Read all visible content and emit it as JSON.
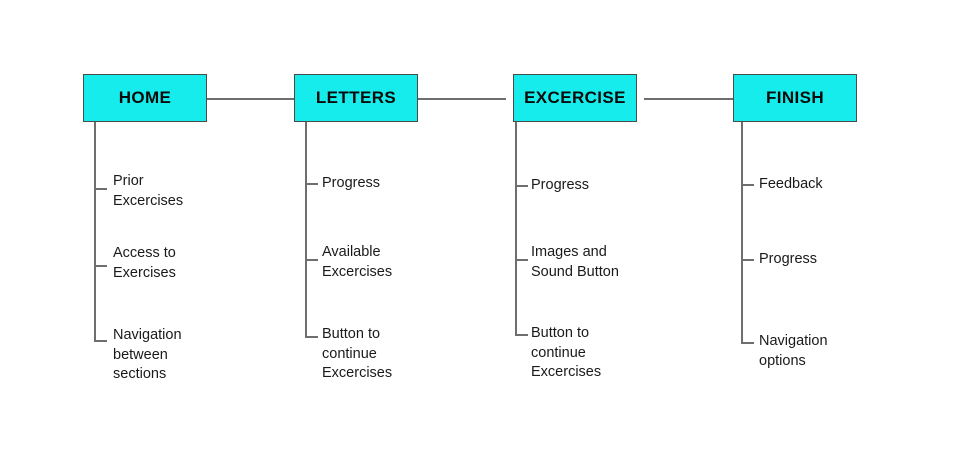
{
  "diagram": {
    "type": "flow-sitemap",
    "title": "",
    "accent_color": "#17ecec",
    "line_color": "#6e6e6e",
    "border_color": "#4a4a4a",
    "text_color": "#1a1a1a",
    "background": "#ffffff",
    "nodes": [
      {
        "id": "home",
        "label": "HOME",
        "items": [
          {
            "text": "Prior\nExcercises"
          },
          {
            "text": "Access to\nExercises"
          },
          {
            "text": "Navigation\nbetween\nsections"
          }
        ]
      },
      {
        "id": "letters",
        "label": "LETTERS",
        "items": [
          {
            "text": "Progress"
          },
          {
            "text": "Available\nExcercises"
          },
          {
            "text": "Button to\ncontinue\nExcercises"
          }
        ]
      },
      {
        "id": "excercise",
        "label": "EXCERCISE",
        "items": [
          {
            "text": "Progress"
          },
          {
            "text": "Images and\nSound Button"
          },
          {
            "text": "Button to\ncontinue\nExcercises"
          }
        ]
      },
      {
        "id": "finish",
        "label": "FINISH",
        "items": [
          {
            "text": "Feedback"
          },
          {
            "text": "Progress"
          },
          {
            "text": "Navigation\noptions"
          }
        ]
      }
    ]
  }
}
